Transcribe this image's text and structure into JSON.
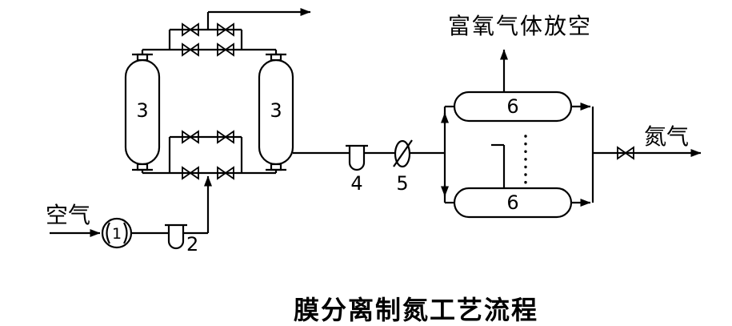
{
  "diagram": {
    "title": "膜分离制氮工艺流程",
    "labels": {
      "air": "空气",
      "oxygen_vent": "富氧气体放空",
      "nitrogen": "氮气"
    },
    "components": {
      "compressor": "1",
      "buffer_vessel": "2",
      "tower_left": "3",
      "tower_right": "3",
      "vessel_4": "4",
      "filter_5": "5",
      "membrane_top": "6",
      "membrane_bottom": "6"
    },
    "colors": {
      "line": "#000000",
      "background": "#ffffff"
    }
  }
}
